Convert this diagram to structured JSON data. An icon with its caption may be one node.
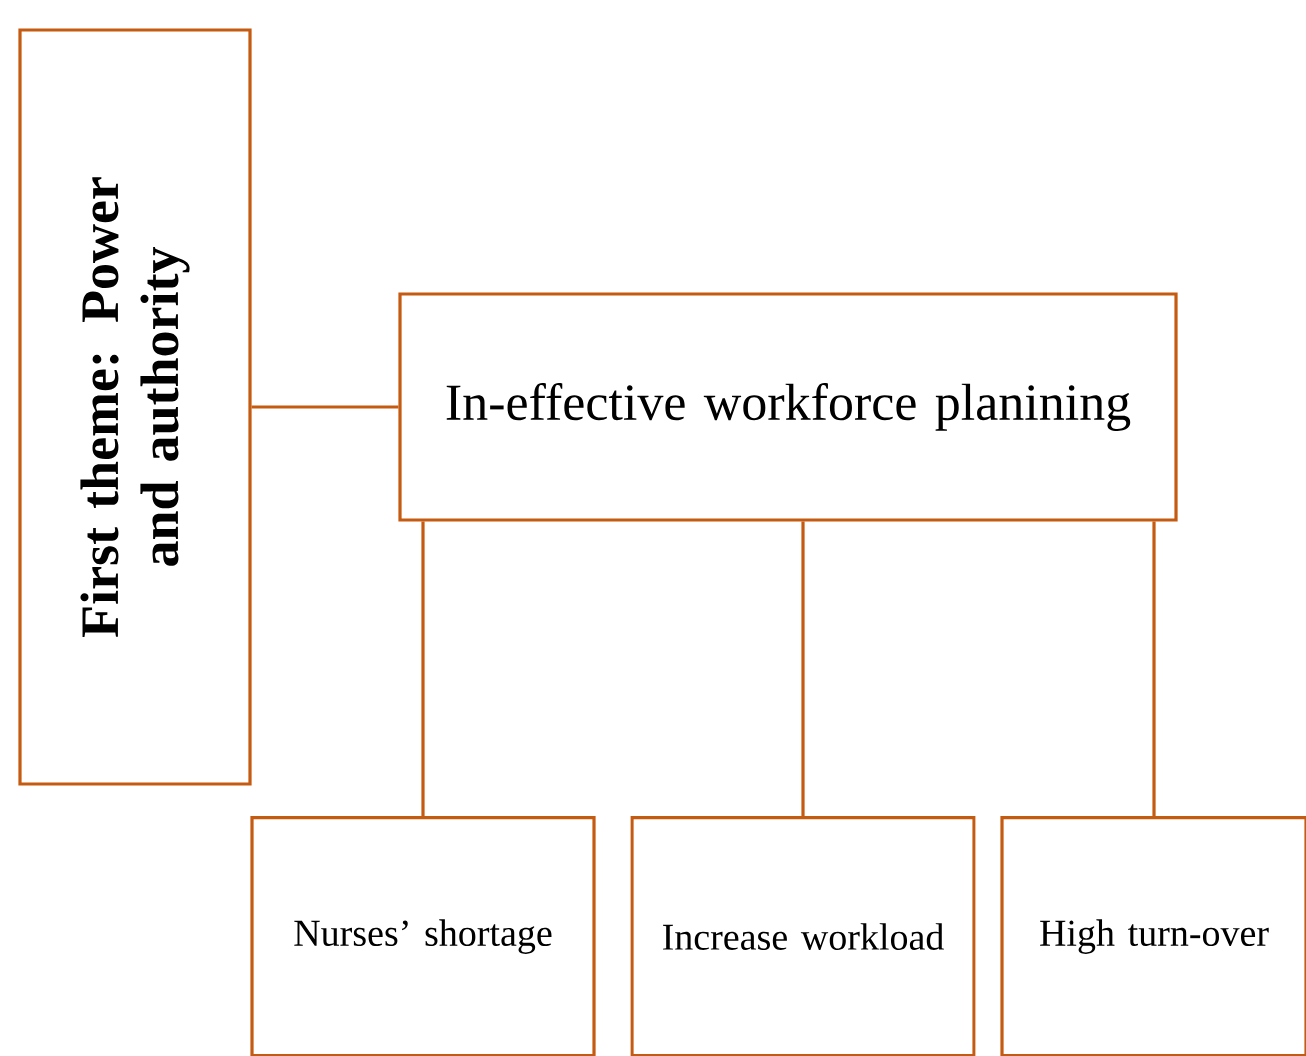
{
  "diagram": {
    "nodes": [
      {
        "text": [
          "First theme: Power and authority"
        ]
      },
      {
        "text": [
          "In-effective workforce planining"
        ]
      },
      {
        "text": [
          "Nurses’ shortage"
        ]
      },
      {
        "text": [
          "Increase workload"
        ]
      },
      {
        "text": [
          "High turn-over"
        ]
      }
    ],
    "edges": [
      {
        "from": 0,
        "to": 1,
        "arrow": "none"
      },
      {
        "from": 1,
        "to": 2,
        "arrow": "none"
      },
      {
        "from": 1,
        "to": 3,
        "arrow": "none"
      },
      {
        "from": 1,
        "to": 4,
        "arrow": "none"
      }
    ]
  }
}
